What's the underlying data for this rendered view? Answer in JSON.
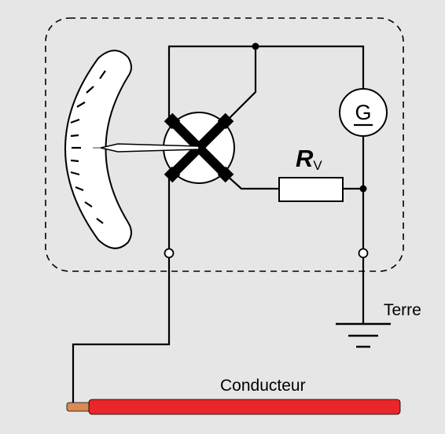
{
  "labels": {
    "generator_symbol": "G",
    "resistor_letter": "R",
    "resistor_subscript": "V",
    "ground": "Terre",
    "conductor": "Conducteur"
  },
  "colors": {
    "background": "#e6e6e6",
    "line": "#000000",
    "conductor_insulation": "#e8262b",
    "conductor_core": "#d98a55"
  }
}
